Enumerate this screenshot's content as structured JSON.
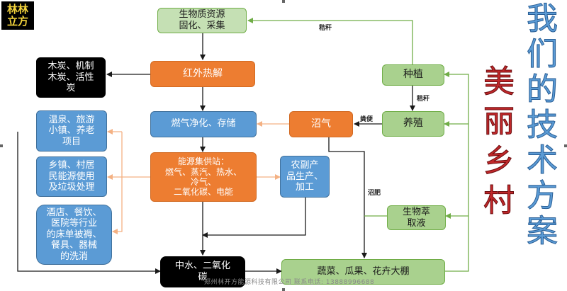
{
  "logo": {
    "line1": "林林",
    "line2": "立方"
  },
  "title_vertical": "我们的技术方案",
  "title_red": "美丽乡村",
  "nodes": {
    "biomass": "生物质资源\n固化、采集",
    "infrared": "红外热解",
    "charcoal": "木炭、机制\n木炭、活性\n炭",
    "gas_clean": "燃气净化、存储",
    "biogas": "沼气",
    "energy_hub": "能源集供站：\n燃气、蒸汽、热水、\n冷气、\n二氧化碳、电能",
    "agri_process": "农副产\n品生产、\n加工",
    "hot_spring": "温泉、旅游\n小镇、养老\n项目",
    "village": "乡镇、村居\n民能源使用\n及垃圾处理",
    "hotel": "酒店、餐饮、\n医院等行业\n的床单被褥、\n餐具、器械\n的洗消",
    "water_co2": "中水、二氧化\n碳",
    "planting": "种植",
    "breeding": "养殖",
    "extract": "生物萃\n取液",
    "greenhouse": "蔬菜、瓜果、花卉大棚"
  },
  "edge_labels": {
    "straw1": "秸秆",
    "straw2": "秸秆",
    "manure": "粪便",
    "biogas_fert": "沼肥"
  },
  "watermark": "郑州林开方能源科技有限公司 联系电话: 13888996688"
}
